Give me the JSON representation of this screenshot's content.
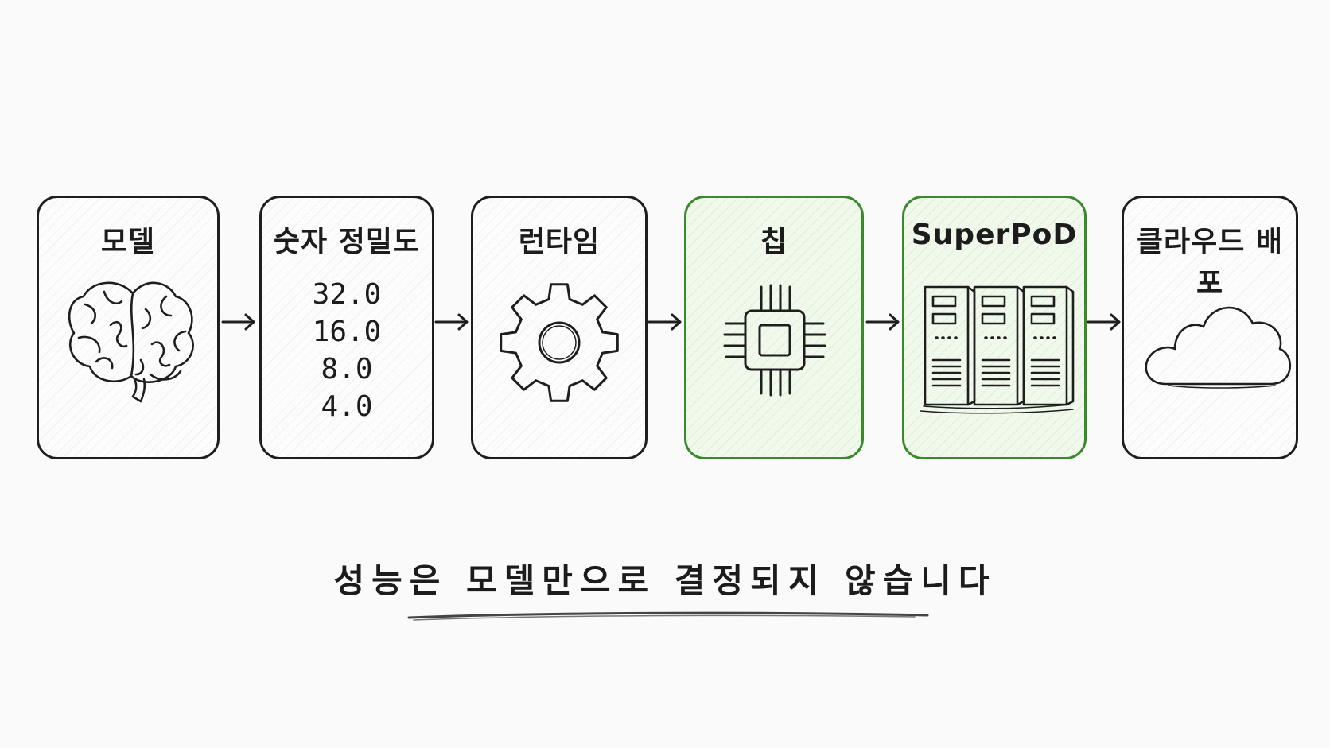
{
  "stages": [
    {
      "title": "모델",
      "icon": "brain-icon",
      "highlighted": false
    },
    {
      "title": "숫자 정밀도",
      "values": [
        "32.0",
        "16.0",
        "8.0",
        "4.0"
      ],
      "highlighted": false
    },
    {
      "title": "런타임",
      "icon": "gear-icon",
      "highlighted": false
    },
    {
      "title": "칩",
      "icon": "chip-icon",
      "highlighted": true
    },
    {
      "title": "SuperPoD",
      "icon": "server-rack-icon",
      "highlighted": true
    },
    {
      "title": "클라우드 배포",
      "icon": "cloud-icon",
      "highlighted": false
    }
  ],
  "caption": "성능은 모델만으로 결정되지 않습니다",
  "colors": {
    "highlight": "#3a8a2c",
    "stroke": "#1e1e1e",
    "background": "#fafafa"
  }
}
